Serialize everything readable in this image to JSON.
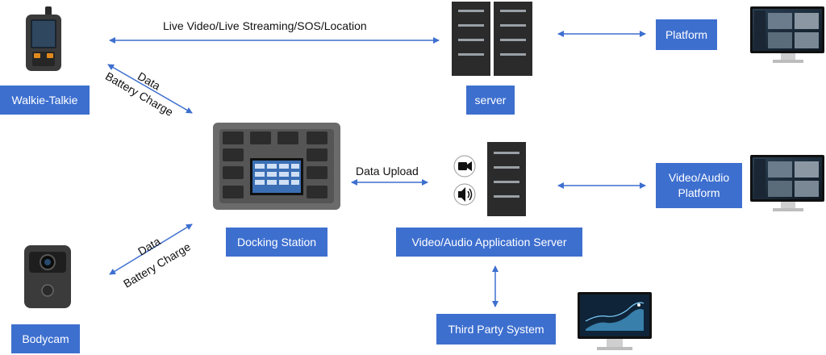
{
  "nodes": {
    "walkie_talkie": "Walkie-Talkie",
    "bodycam": "Bodycam",
    "docking_station": "Docking Station",
    "server": "server",
    "platform": "Platform",
    "av_platform_line1": "Video/Audio",
    "av_platform_line2": "Platform",
    "av_server": "Video/Audio Application Server",
    "third_party": "Third Party System"
  },
  "edges": {
    "live": "Live Video/Live Streaming/SOS/Location",
    "data_top": "Data",
    "charge_top": "Battery Charge",
    "data_bottom": "Data",
    "charge_bottom": "Battery Charge",
    "upload": "Data Upload"
  },
  "colors": {
    "box": "#3d6fcf",
    "arrow": "#3d6fcf"
  }
}
